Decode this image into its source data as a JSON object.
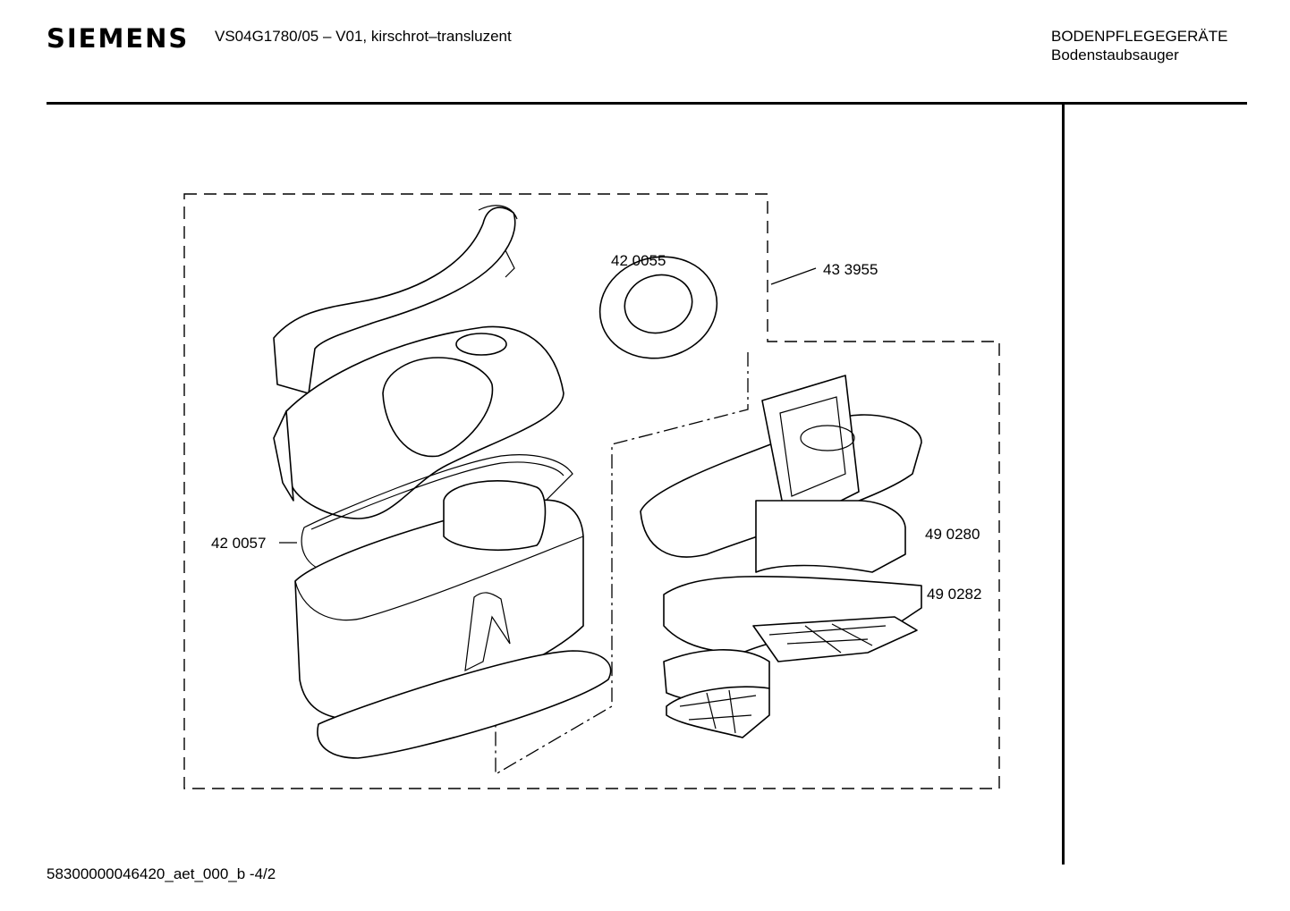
{
  "header": {
    "brand": "SIEMENS",
    "model": "VS04G1780/05 – V01, kirschrot–transluzent",
    "category": "BODENPFLEGEGERÄTE",
    "subcategory": "Bodenstaubsauger"
  },
  "footer": {
    "doc_id": "58300000046420_aet_000_b -4/2"
  },
  "parts": [
    {
      "number": "42 0055"
    },
    {
      "number": "43 3955"
    },
    {
      "number": "42 0057"
    },
    {
      "number": "49 0280"
    },
    {
      "number": "49 0282"
    }
  ]
}
